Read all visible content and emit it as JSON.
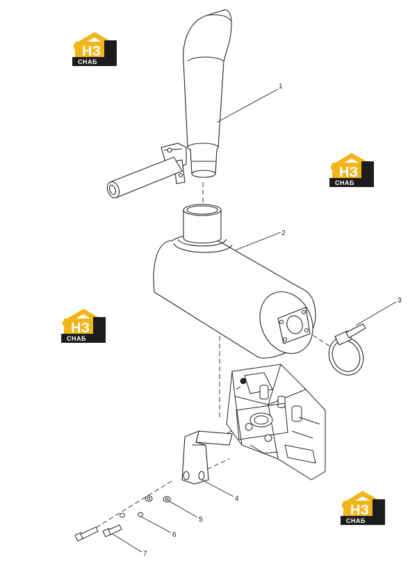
{
  "watermark": {
    "title": "НЗ",
    "subtitle": "СНАБ",
    "color_roof": "#f2b51a",
    "color_body": "#1c1c1c"
  },
  "callouts": [
    "1",
    "2",
    "3",
    "4",
    "5",
    "6",
    "7"
  ]
}
